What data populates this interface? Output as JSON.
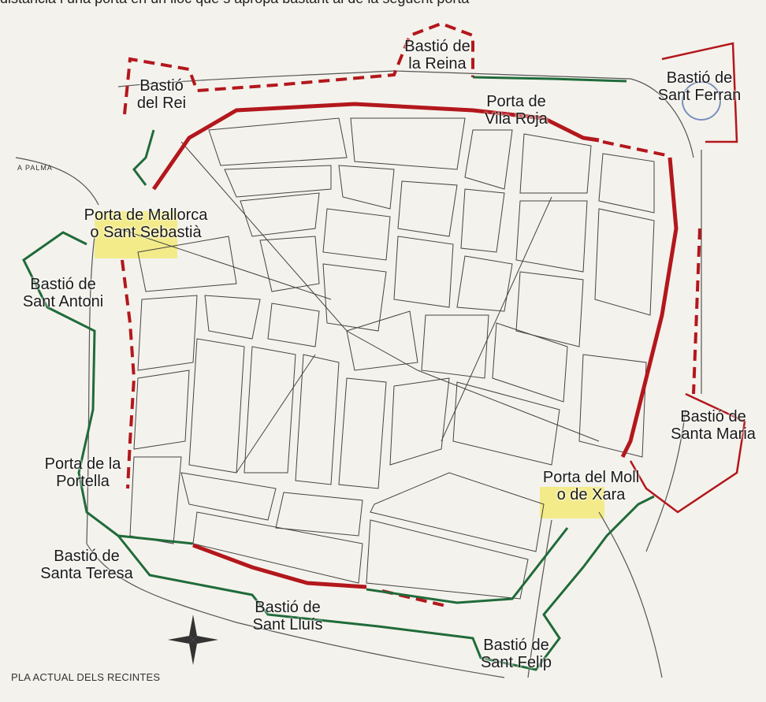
{
  "header_text": "distancia i una porta en un lloc que s apropa bastant al de la seguent porta",
  "caption": "PLA ACTUAL DELS RECINTES",
  "labels": {
    "bastio_reina": [
      "Bastió de",
      "la Reina"
    ],
    "bastio_rei": [
      "Bastió",
      "del Rei"
    ],
    "porta_vila_roja": [
      "Porta de",
      "Vila Roja"
    ],
    "bastio_sant_ferran": [
      "Bastió de",
      "Sant Ferran"
    ],
    "porta_mallorca": [
      "Porta de Mallorca",
      "o Sant Sebastià"
    ],
    "bastio_sant_antoni": [
      "Bastió de",
      "Sant Antoni"
    ],
    "bastio_santa_maria": [
      "Bastió de",
      "Santa Maria"
    ],
    "porta_portella": [
      "Porta de la",
      "Portella"
    ],
    "porta_moll": [
      "Porta del Moll",
      "o de Xara"
    ],
    "bastio_santa_teresa": [
      "Bastió de",
      "Santa Teresa"
    ],
    "bastio_sant_lluis": [
      "Bastió de",
      "Sant Lluís"
    ],
    "bastio_sant_felip": [
      "Bastió de",
      "Sant Felip"
    ]
  },
  "street_labels": {
    "a_palma": "A PALMA"
  },
  "colors": {
    "walls_red": "#b3171c",
    "walls_green": "#1f6b3a",
    "gates_yellow": "#f3ea7e",
    "streets": "#4a4a4a",
    "paper": "#f4f2ec"
  },
  "icons": {
    "compass": "compass-rose-icon"
  }
}
